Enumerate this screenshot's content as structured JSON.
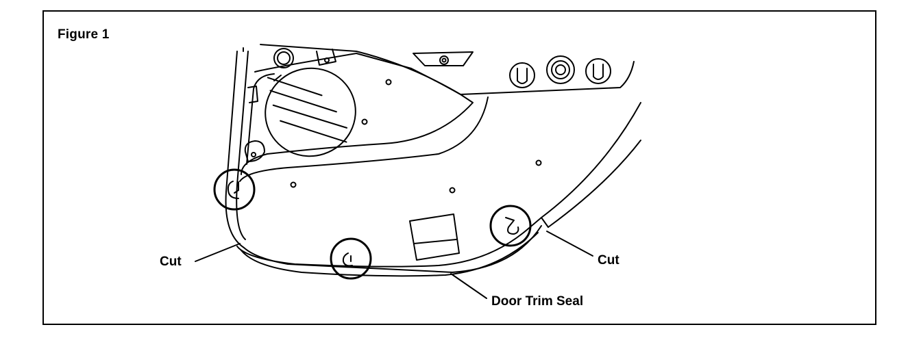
{
  "figure": {
    "title": "Figure 1"
  },
  "callouts": {
    "cut_left": "Cut",
    "cut_right": "Cut",
    "door_trim_seal": "Door Trim Seal"
  },
  "colors": {
    "line": "#000000",
    "background": "#ffffff"
  }
}
